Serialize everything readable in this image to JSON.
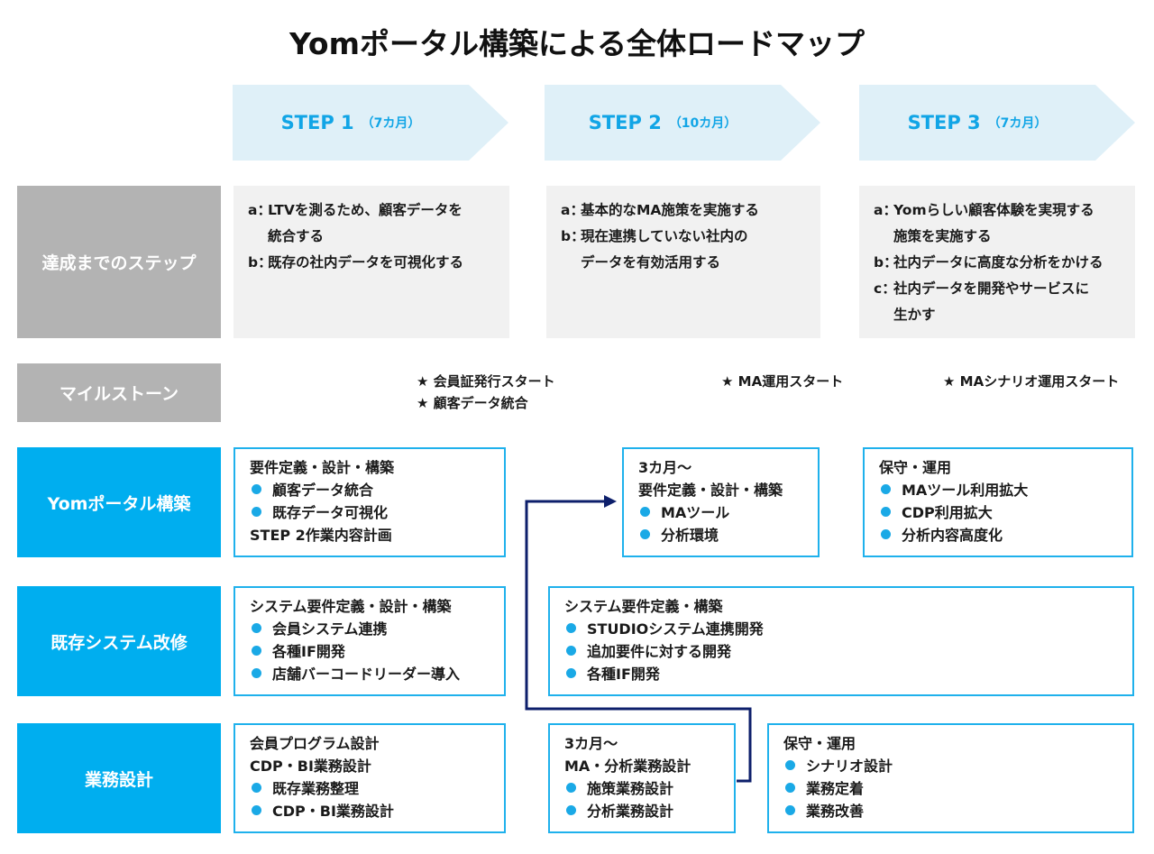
{
  "title": "Yomポータル構築による全体ロードマップ",
  "steps": [
    {
      "name": "STEP 1",
      "duration": "（7カ月）"
    },
    {
      "name": "STEP 2",
      "duration": "（10カ月）"
    },
    {
      "name": "STEP 3",
      "duration": "（7カ月）"
    }
  ],
  "colors": {
    "accent": "#00aeef",
    "step_bg": "#dff0f8",
    "step_text": "#11a5e6",
    "row_gray": "#b3b3b3",
    "goal_bg": "#f1f1f1",
    "connector": "#0d1f6b"
  },
  "rows": {
    "goals": "達成までのステップ",
    "milestones": "マイルストーン",
    "portal": "Yomポータル構築",
    "system": "既存システム改修",
    "business": "業務設計"
  },
  "goals": [
    {
      "lines": [
        {
          "key": "a：",
          "text": "LTVを測るため、顧客データを"
        },
        {
          "key": "",
          "text": "統合する"
        },
        {
          "key": "b：",
          "text": "既存の社内データを可視化する"
        }
      ]
    },
    {
      "lines": [
        {
          "key": "a：",
          "text": "基本的なMA施策を実施する"
        },
        {
          "key": "b：",
          "text": "現在連携していない社内の"
        },
        {
          "key": "",
          "text": "データを有効活用する"
        }
      ]
    },
    {
      "lines": [
        {
          "key": "a：",
          "text": "Yomらしい顧客体験を実現する"
        },
        {
          "key": "",
          "text": "施策を実施する"
        },
        {
          "key": "b：",
          "text": "社内データに高度な分析をかける"
        },
        {
          "key": "c：",
          "text": "社内データを開発やサービスに"
        },
        {
          "key": "",
          "text": "生かす"
        }
      ]
    }
  ],
  "milestones": [
    "★ 会員証発行スタート",
    "★ 顧客データ統合",
    "★ MA運用スタート",
    "★ MAシナリオ運用スタート"
  ],
  "portal": [
    {
      "heading": [
        "要件定義・設計・構築"
      ],
      "bullets": [
        "顧客データ統合",
        "既存データ可視化"
      ],
      "footer": "STEP 2作業内容計画"
    },
    {
      "heading": [
        "3カ月～",
        "要件定義・設計・構築"
      ],
      "bullets": [
        "MAツール",
        "分析環境"
      ]
    },
    {
      "heading": [
        "保守・運用"
      ],
      "bullets": [
        "MAツール利用拡大",
        "CDP利用拡大",
        "分析内容高度化"
      ]
    }
  ],
  "system": [
    {
      "heading": [
        "システム要件定義・設計・構築"
      ],
      "bullets": [
        "会員システム連携",
        "各種IF開発",
        "店舗バーコードリーダー導入"
      ]
    },
    {
      "heading": [
        "システム要件定義・構築"
      ],
      "bullets": [
        "STUDIOシステム連携開発",
        "追加要件に対する開発",
        "各種IF開発"
      ]
    }
  ],
  "business": [
    {
      "heading": [
        "会員プログラム設計",
        "CDP・BI業務設計"
      ],
      "bullets": [
        "既存業務整理",
        "CDP・BI業務設計"
      ]
    },
    {
      "heading": [
        "3カ月～",
        "MA・分析業務設計"
      ],
      "bullets": [
        "施策業務設計",
        "分析業務設計"
      ]
    },
    {
      "heading": [
        "保守・運用"
      ],
      "bullets": [
        "シナリオ設計",
        "業務定着",
        "業務改善"
      ]
    }
  ]
}
